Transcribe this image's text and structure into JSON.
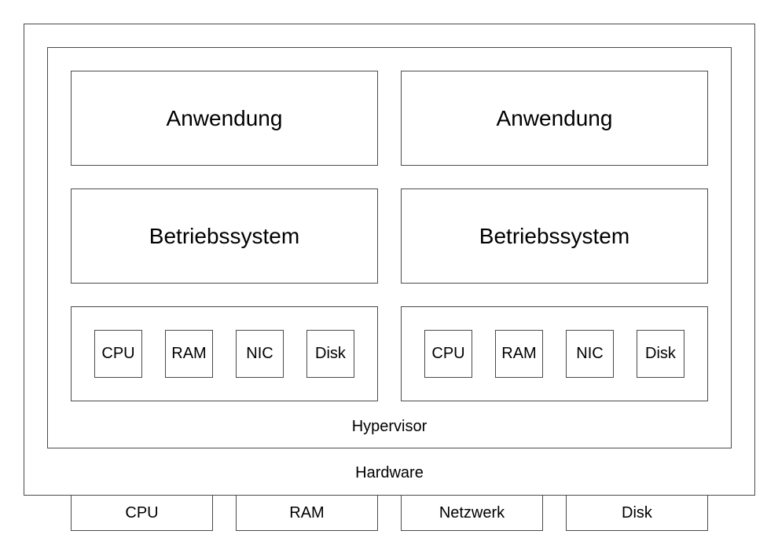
{
  "hardware": {
    "label": "Hardware",
    "components": [
      "CPU",
      "RAM",
      "Netzwerk",
      "Disk"
    ]
  },
  "hypervisor": {
    "label": "Hypervisor"
  },
  "vms": [
    {
      "application": "Anwendung",
      "os": "Betriebssystem",
      "virtual_hardware": [
        "CPU",
        "RAM",
        "NIC",
        "Disk"
      ]
    },
    {
      "application": "Anwendung",
      "os": "Betriebssystem",
      "virtual_hardware": [
        "CPU",
        "RAM",
        "NIC",
        "Disk"
      ]
    }
  ]
}
